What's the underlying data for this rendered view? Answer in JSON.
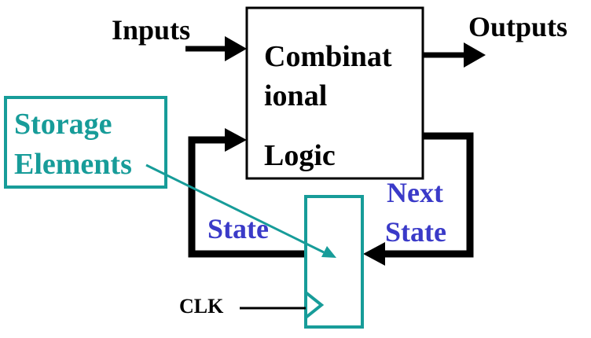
{
  "labels": {
    "inputs": "Inputs",
    "outputs": "Outputs",
    "logic_line1": "Combinat",
    "logic_line2": "ional",
    "logic_line3": "Logic",
    "storage_line1": "Storage",
    "storage_line2": "Elements",
    "state": "State",
    "next_state_line1": "Next",
    "next_state_line2": "State",
    "clk": "CLK"
  },
  "colors": {
    "outline": "#000000",
    "storage": "#179c99",
    "state_text": "#3a3ac8",
    "background": "#ffffff"
  }
}
